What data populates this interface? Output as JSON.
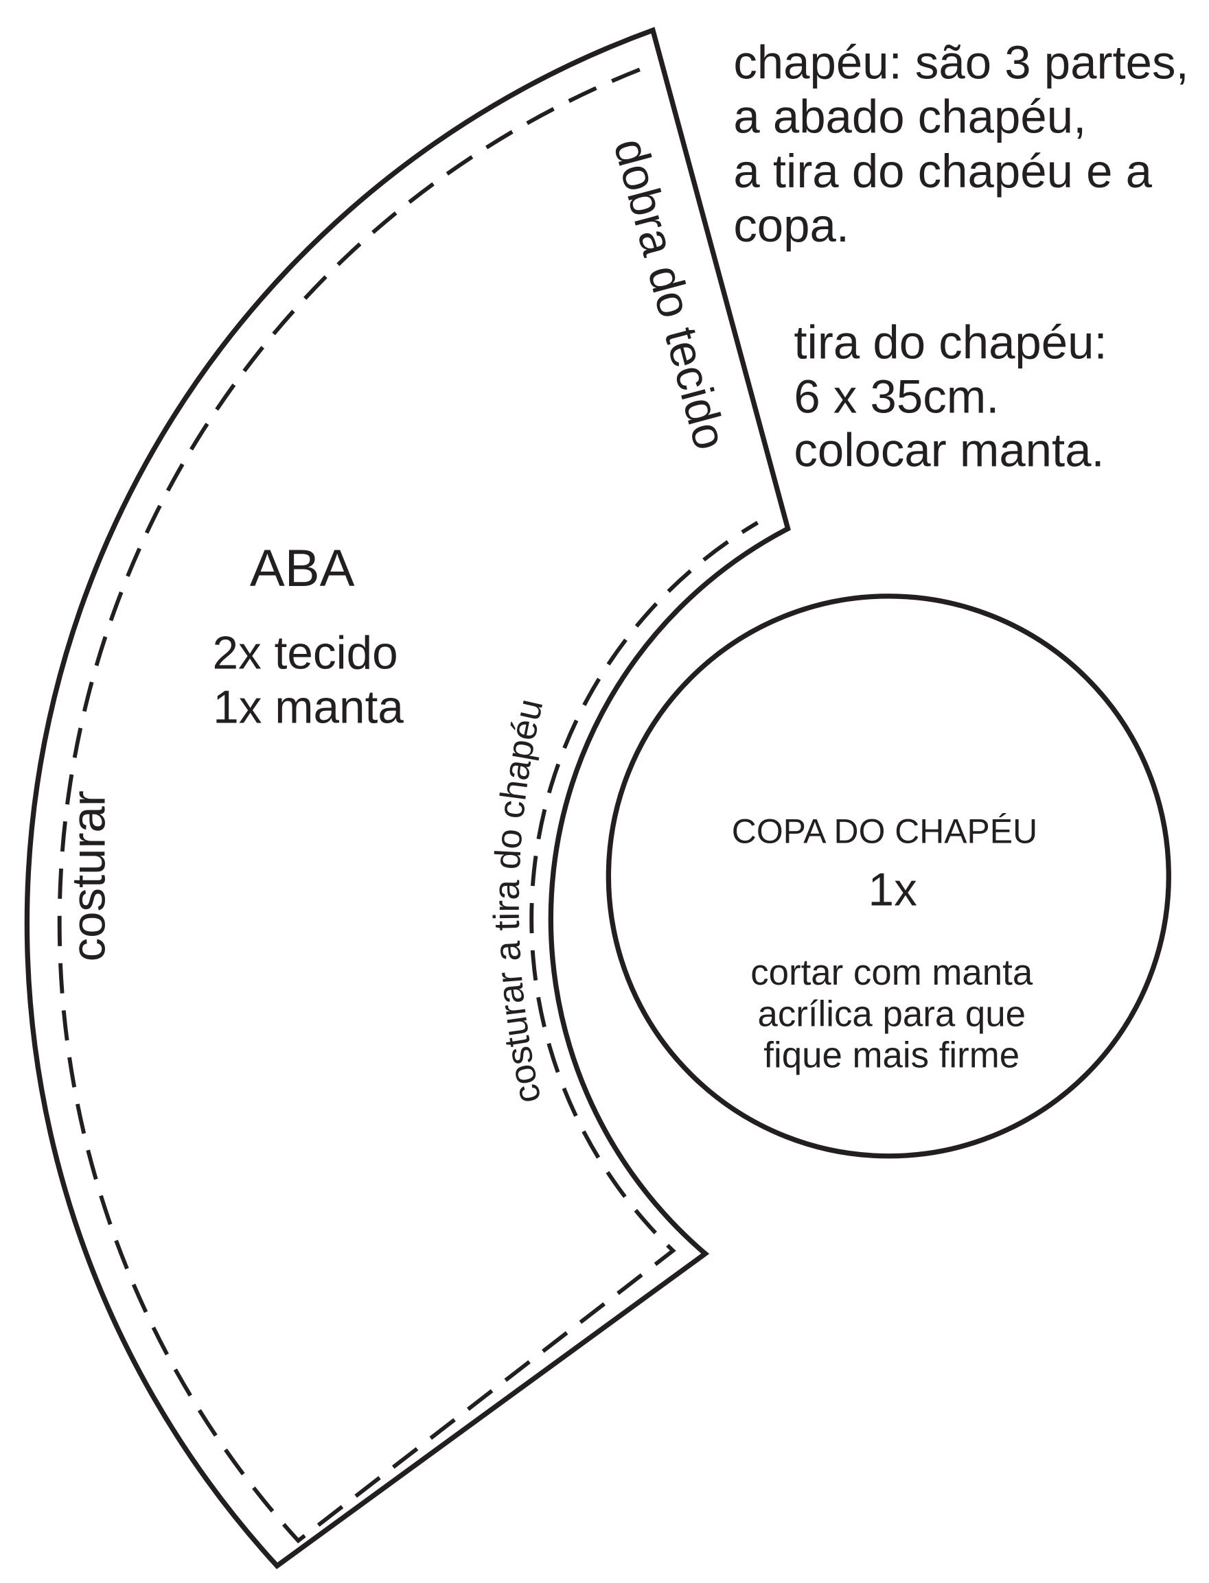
{
  "pattern": {
    "notes": [
      "chapéu: são 3 partes,",
      "a abado chapéu,",
      "a tira do chapéu e a",
      "copa."
    ],
    "strap_notes": [
      "tira do chapéu:",
      "6 x 35cm.",
      "colocar manta."
    ],
    "brim": {
      "title": "ABA",
      "cut_fabric": "2x tecido",
      "cut_batting": "1x manta",
      "fold_label": "dobra do tecido",
      "outer_seam_label": "costurar",
      "inner_seam_label": "costurar a tira do chapéu"
    },
    "crown": {
      "title": "COPA DO CHAPÉU",
      "quantity": "1x",
      "instructions": [
        "cortar com manta",
        "acrílica para que",
        "fique mais firme"
      ]
    }
  },
  "colors": {
    "ink": "#231f20",
    "paper": "#ffffff"
  }
}
